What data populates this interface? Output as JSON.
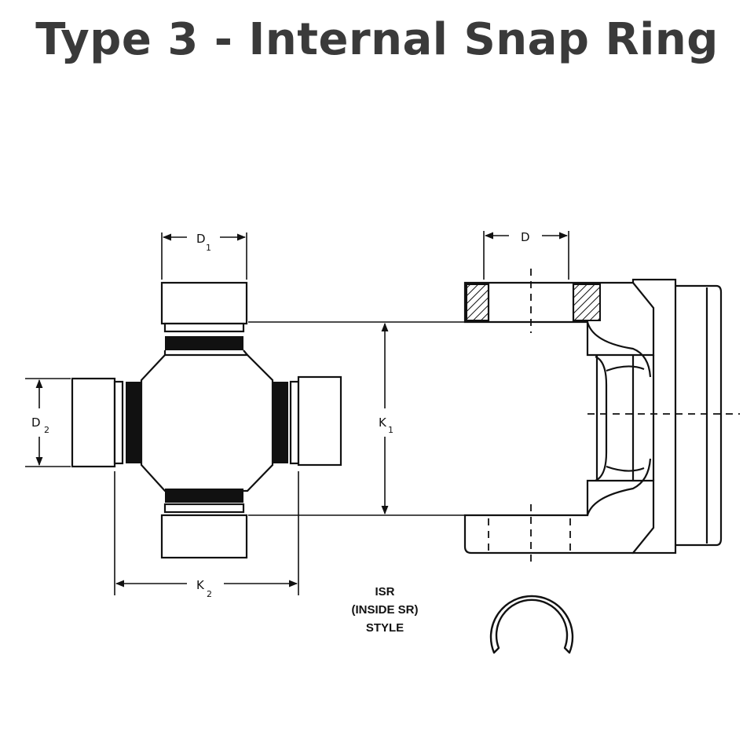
{
  "title": "Type 3 - Internal Snap Ring",
  "labels": {
    "d1": "D",
    "d1_sub": "1",
    "d": "D",
    "d2": "D",
    "d2_sub": "2",
    "k1": "K",
    "k1_sub": "1",
    "k2": "K",
    "k2_sub": "2"
  },
  "caption": {
    "line1": "ISR",
    "line2": "(INSIDE SR)",
    "line3": "STYLE"
  }
}
